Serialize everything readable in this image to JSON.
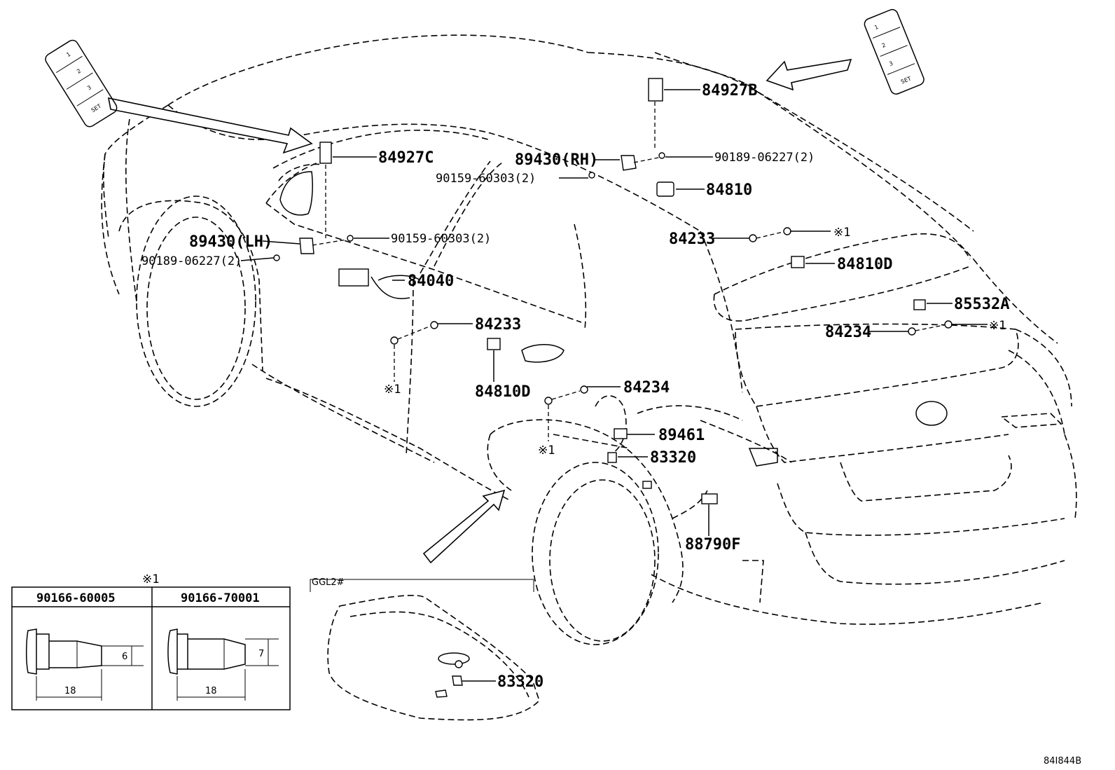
{
  "diagram_id": "84I844B",
  "labels": {
    "p84927C": "84927C",
    "p84927B": "84927B",
    "p89430RH": "89430(RH)",
    "p89430LH": "89430(LH)",
    "p90189_rh": "90189-06227(2)",
    "p90189_lh": "90189-06227(2)",
    "p90159_rh": "90159-60303(2)",
    "p90159_lh": "90159-60303(2)",
    "p84810": "84810",
    "p84233_r": "84233",
    "p84233_l": "84233",
    "p84810D_r": "84810D",
    "p84810D_l": "84810D",
    "p85532A": "85532A",
    "p84234_r": "84234",
    "p84234_l": "84234",
    "p84040": "84040",
    "p89461": "89461",
    "p83320_main": "83320",
    "p83320_ggl": "83320",
    "p88790F": "88790F",
    "ref1_a": "※1",
    "ref1_b": "※1",
    "ref1_c": "※1",
    "ref1_d": "※1",
    "ref1_e": "※1"
  },
  "switch_panel": {
    "btn1": "1",
    "btn2": "2",
    "btn3": "3",
    "set": "SET"
  },
  "ggl_section": {
    "title": "GGL2#"
  },
  "fastener_table": {
    "ref": "※1",
    "col1_part": "90166-60005",
    "col2_part": "90166-70001",
    "col1_dim_dia": "6",
    "col2_dim_dia": "7",
    "col1_dim_len": "18",
    "col2_dim_len": "18"
  }
}
